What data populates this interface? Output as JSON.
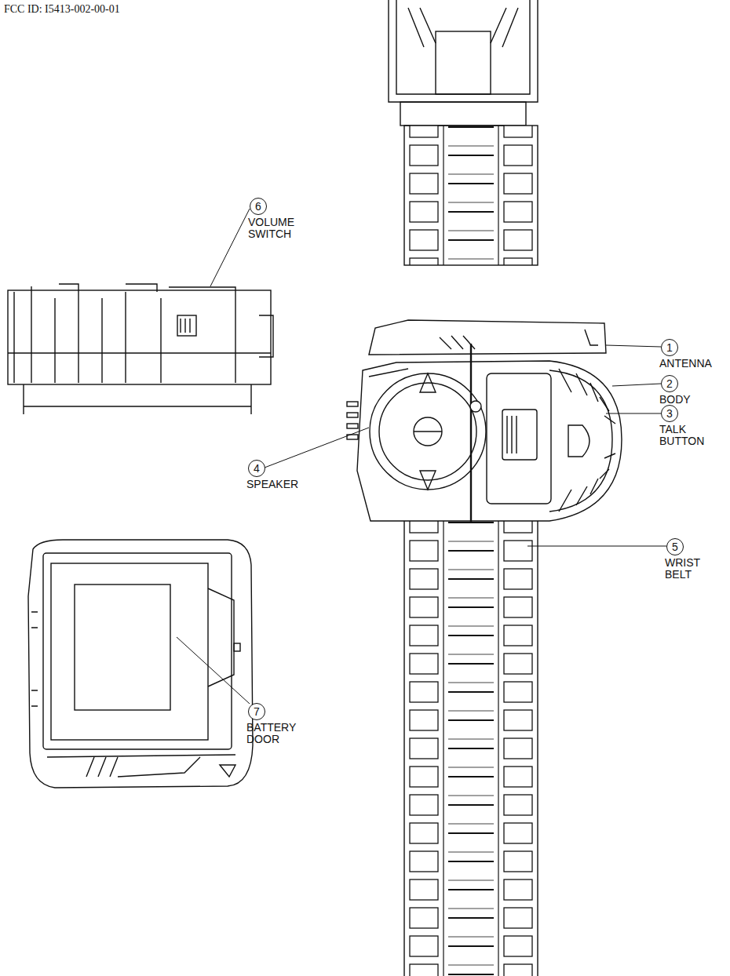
{
  "diagram": {
    "nodes": [
      {
        "text": [
          "6",
          "VOLUME SWITCH"
        ]
      },
      {
        "text": [
          "1",
          "ANTENNA"
        ]
      },
      {
        "text": [
          "2",
          "BODY"
        ]
      },
      {
        "text": [
          "3",
          "TALK BUTTON"
        ]
      },
      {
        "text": [
          "4",
          "SPEAKER"
        ]
      },
      {
        "text": [
          "5",
          "WRIST BELT"
        ]
      },
      {
        "text": [
          "7",
          "BATTERY DOOR"
        ]
      }
    ],
    "labels": [
      "FCC ID: I5413-002-00-01"
    ]
  }
}
